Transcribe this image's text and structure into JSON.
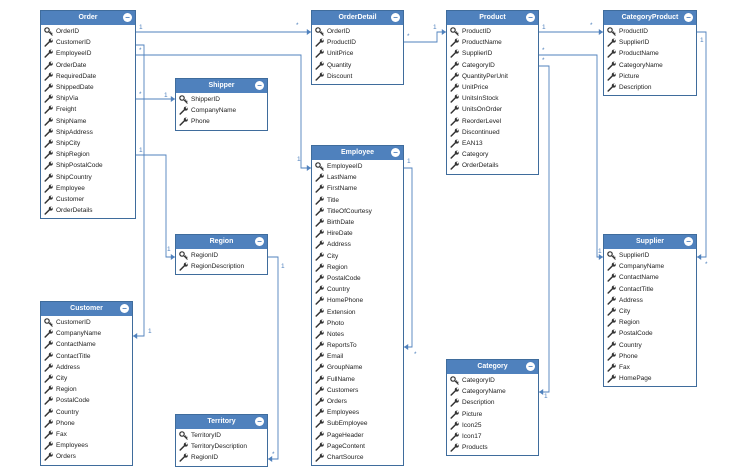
{
  "entities": {
    "order": {
      "title": "Order",
      "key": "OrderID",
      "fields": [
        "CustomerID",
        "EmployeeID",
        "OrderDate",
        "RequiredDate",
        "ShippedDate",
        "ShipVia",
        "Freight",
        "ShipName",
        "ShipAddress",
        "ShipCity",
        "ShipRegion",
        "ShipPostalCode",
        "ShipCountry",
        "Employee",
        "Customer",
        "OrderDetails"
      ]
    },
    "orderdetail": {
      "title": "OrderDetail",
      "key": "OrderID",
      "fields": [
        "ProductID",
        "UnitPrice",
        "Quantity",
        "Discount"
      ]
    },
    "product": {
      "title": "Product",
      "key": "ProductID",
      "fields": [
        "ProductName",
        "SupplierID",
        "CategoryID",
        "QuantityPerUnit",
        "UnitPrice",
        "UnitsInStock",
        "UnitsOnOrder",
        "ReorderLevel",
        "Discontinued",
        "EAN13",
        "Category",
        "OrderDetails"
      ]
    },
    "categoryproduct": {
      "title": "CategoryProduct",
      "key": "ProductID",
      "fields": [
        "SupplierID",
        "ProductName",
        "CategoryName",
        "Picture",
        "Description"
      ]
    },
    "shipper": {
      "title": "Shipper",
      "key": "ShipperID",
      "fields": [
        "CompanyName",
        "Phone"
      ]
    },
    "employee": {
      "title": "Employee",
      "key": "EmployeeID",
      "fields": [
        "LastName",
        "FirstName",
        "Title",
        "TitleOfCourtesy",
        "BirthDate",
        "HireDate",
        "Address",
        "City",
        "Region",
        "PostalCode",
        "Country",
        "HomePhone",
        "Extension",
        "Photo",
        "Notes",
        "ReportsTo",
        "Email",
        "GroupName",
        "FullName",
        "Customers",
        "Orders",
        "Employees",
        "SubEmployee",
        "PageHeader",
        "PageContent",
        "ChartSource"
      ]
    },
    "region": {
      "title": "Region",
      "key": "RegionID",
      "fields": [
        "RegionDescription"
      ]
    },
    "customer": {
      "title": "Customer",
      "key": "CustomerID",
      "fields": [
        "CompanyName",
        "ContactName",
        "ContactTitle",
        "Address",
        "City",
        "Region",
        "PostalCode",
        "Country",
        "Phone",
        "Fax",
        "Employees",
        "Orders"
      ]
    },
    "territory": {
      "title": "Territory",
      "key": "TerritoryID",
      "fields": [
        "TerritoryDescription",
        "RegionID"
      ]
    },
    "category": {
      "title": "Category",
      "key": "CategoryID",
      "fields": [
        "CategoryName",
        "Description",
        "Picture",
        "Icon25",
        "Icon17",
        "Products"
      ]
    },
    "supplier": {
      "title": "Supplier",
      "key": "SupplierID",
      "fields": [
        "CompanyName",
        "ContactName",
        "ContactTitle",
        "Address",
        "City",
        "Region",
        "PostalCode",
        "Country",
        "Phone",
        "Fax",
        "HomePage"
      ]
    }
  },
  "toggle_symbol": "−",
  "multiplicity": {
    "one": "1",
    "many": "*"
  },
  "colors": {
    "header": "#4f81bd",
    "border": "#3f6c9c",
    "line": "#4f81bd"
  },
  "icons": {
    "key": "key-icon",
    "field": "wrench-icon",
    "toggle": "collapse-icon"
  }
}
